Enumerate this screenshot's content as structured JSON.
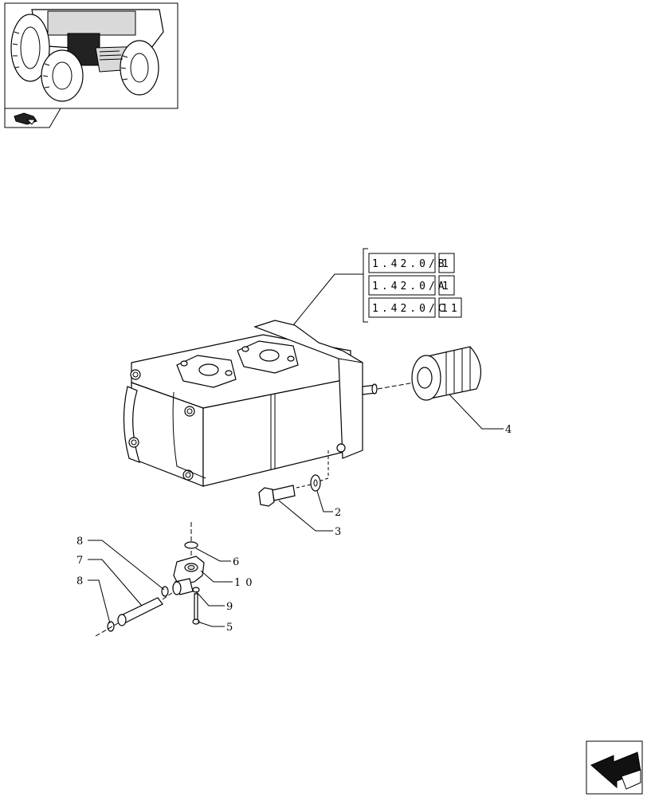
{
  "references": [
    {
      "code": "1.42.0/B",
      "qty": "1"
    },
    {
      "code": "1.42.0/A",
      "qty": "1"
    },
    {
      "code": "1.42.0/C",
      "qty": "11"
    }
  ],
  "callouts": {
    "c2": "2",
    "c3": "3",
    "c4": "4",
    "c5": "5",
    "c6": "6",
    "c7": "7",
    "c8a": "8",
    "c8b": "8",
    "c9": "9",
    "c10": "10"
  },
  "icons": {
    "thumbnail": "tractor-thumbnail-icon",
    "book": "catalog-book-icon",
    "nav": "next-page-arrow-icon"
  }
}
